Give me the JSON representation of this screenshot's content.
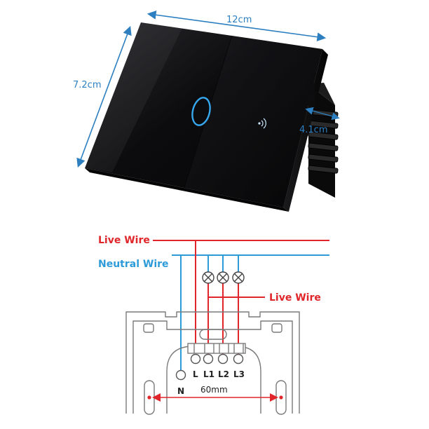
{
  "dimensions": {
    "width": "12cm",
    "height": "7.2cm",
    "depth": "4.1cm",
    "mounting_spacing": "60mm"
  },
  "wiring": {
    "live_wire_top": "Live Wire",
    "neutral_wire": "Neutral Wire",
    "live_wire_right": "Live Wire"
  },
  "terminals": {
    "neutral": "N",
    "live": "L",
    "l1": "L1",
    "l2": "L2",
    "l3": "L3"
  },
  "colors": {
    "live": "#e0262a",
    "neutral": "#2d9bd8",
    "dimension": "#2d7fc0",
    "panel": "#0b0b0c",
    "touch_ring": "#36a8f0"
  }
}
